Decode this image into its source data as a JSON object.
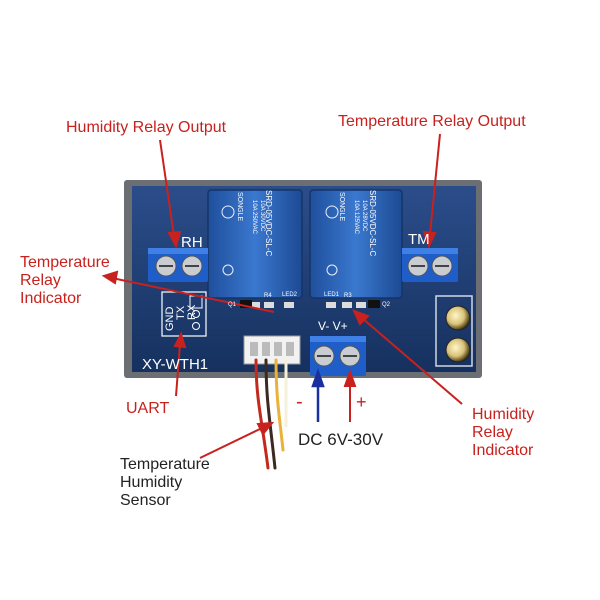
{
  "callouts": {
    "humidity_relay_output": "Humidity Relay Output",
    "temperature_relay_output": "Temperature Relay Output",
    "temperature_relay_indicator": [
      "Temperature",
      "Relay",
      "Indicator"
    ],
    "uart": "UART",
    "temperature_humidity_sensor": [
      "Temperature",
      "Humidity",
      "Sensor"
    ],
    "dc_power": "DC 6V-30V",
    "minus": "-",
    "plus": "+",
    "humidity_relay_indicator": [
      "Humidity",
      "Relay",
      "Indicator"
    ]
  },
  "board": {
    "model": "XY-WTH1",
    "rh_label": "RH",
    "tm_label": "TM",
    "uart_pins": [
      "GND",
      "TX",
      "RX"
    ],
    "power_label": "V-  V+",
    "relay_brand": "SONGLE",
    "relay_model": "SRD-05VDC-SL-C",
    "relay_ratings": [
      "10A 250VAC",
      "10A 125VAC",
      "10A 30VDC",
      "10A 28VDC"
    ],
    "led_labels": [
      "LED2",
      "LED1"
    ],
    "smd_labels": [
      "Q1",
      "R4",
      "R3",
      "Q2"
    ]
  },
  "colors": {
    "annotation_red": "#c8211e",
    "annotation_text": "#222222",
    "pcb_blue": "#1e3f78",
    "relay_blue": "#2a63b8",
    "terminal_blue": "#1f5ec8",
    "arrow_blue": "#1a2fa0"
  }
}
